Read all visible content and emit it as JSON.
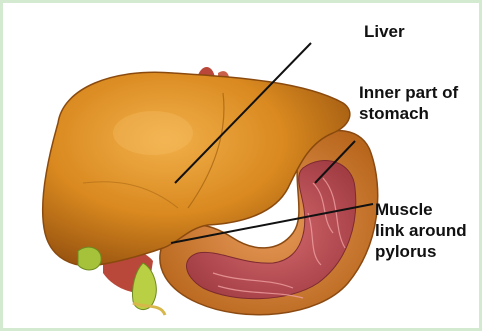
{
  "labels": {
    "liver": "Liver",
    "stomach": "Inner part of\nstomach",
    "muscle": "Muscle\nlink around\npylorus"
  },
  "colors": {
    "border": "#d4ead0",
    "liver": "#d9891f",
    "stomach_inner": "#c8545d",
    "leader": "#111111"
  }
}
